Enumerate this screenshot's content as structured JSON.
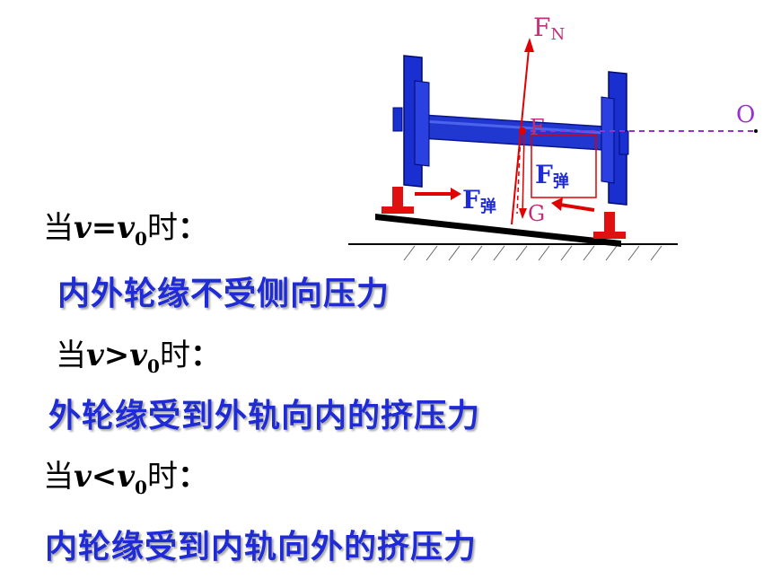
{
  "diagram": {
    "labels": {
      "fn_main": "F",
      "fn_sub": "N",
      "f": "F",
      "o": "O",
      "g": "G",
      "spring_left_main": "F",
      "spring_left_sub": "弹",
      "spring_right_main": "F",
      "spring_right_sub": "弹"
    },
    "colors": {
      "wheel_blue": "#1a2fd0",
      "force_red": "#e00000",
      "label_pink": "#c0307a",
      "dashed_purple": "#9b30d0",
      "text_blue": "#1f2bd6"
    }
  },
  "lines": [
    {
      "prefix": "当",
      "var1": "v",
      "op": "=",
      "var2": "v",
      "sub": "0",
      "suffix": "时"
    },
    {
      "prefix": "当",
      "var1": "v",
      "op": ">",
      "var2": "v",
      "sub": "0",
      "suffix": "时"
    },
    {
      "prefix": "当",
      "var1": "v",
      "op": "<",
      "var2": "v",
      "sub": "0",
      "suffix": "时"
    }
  ],
  "colon": "：",
  "results": [
    "内外轮缘不受侧向压力",
    "外轮缘受到外轨向内的挤压力",
    "内轮缘受到内轨向外的挤压力"
  ]
}
